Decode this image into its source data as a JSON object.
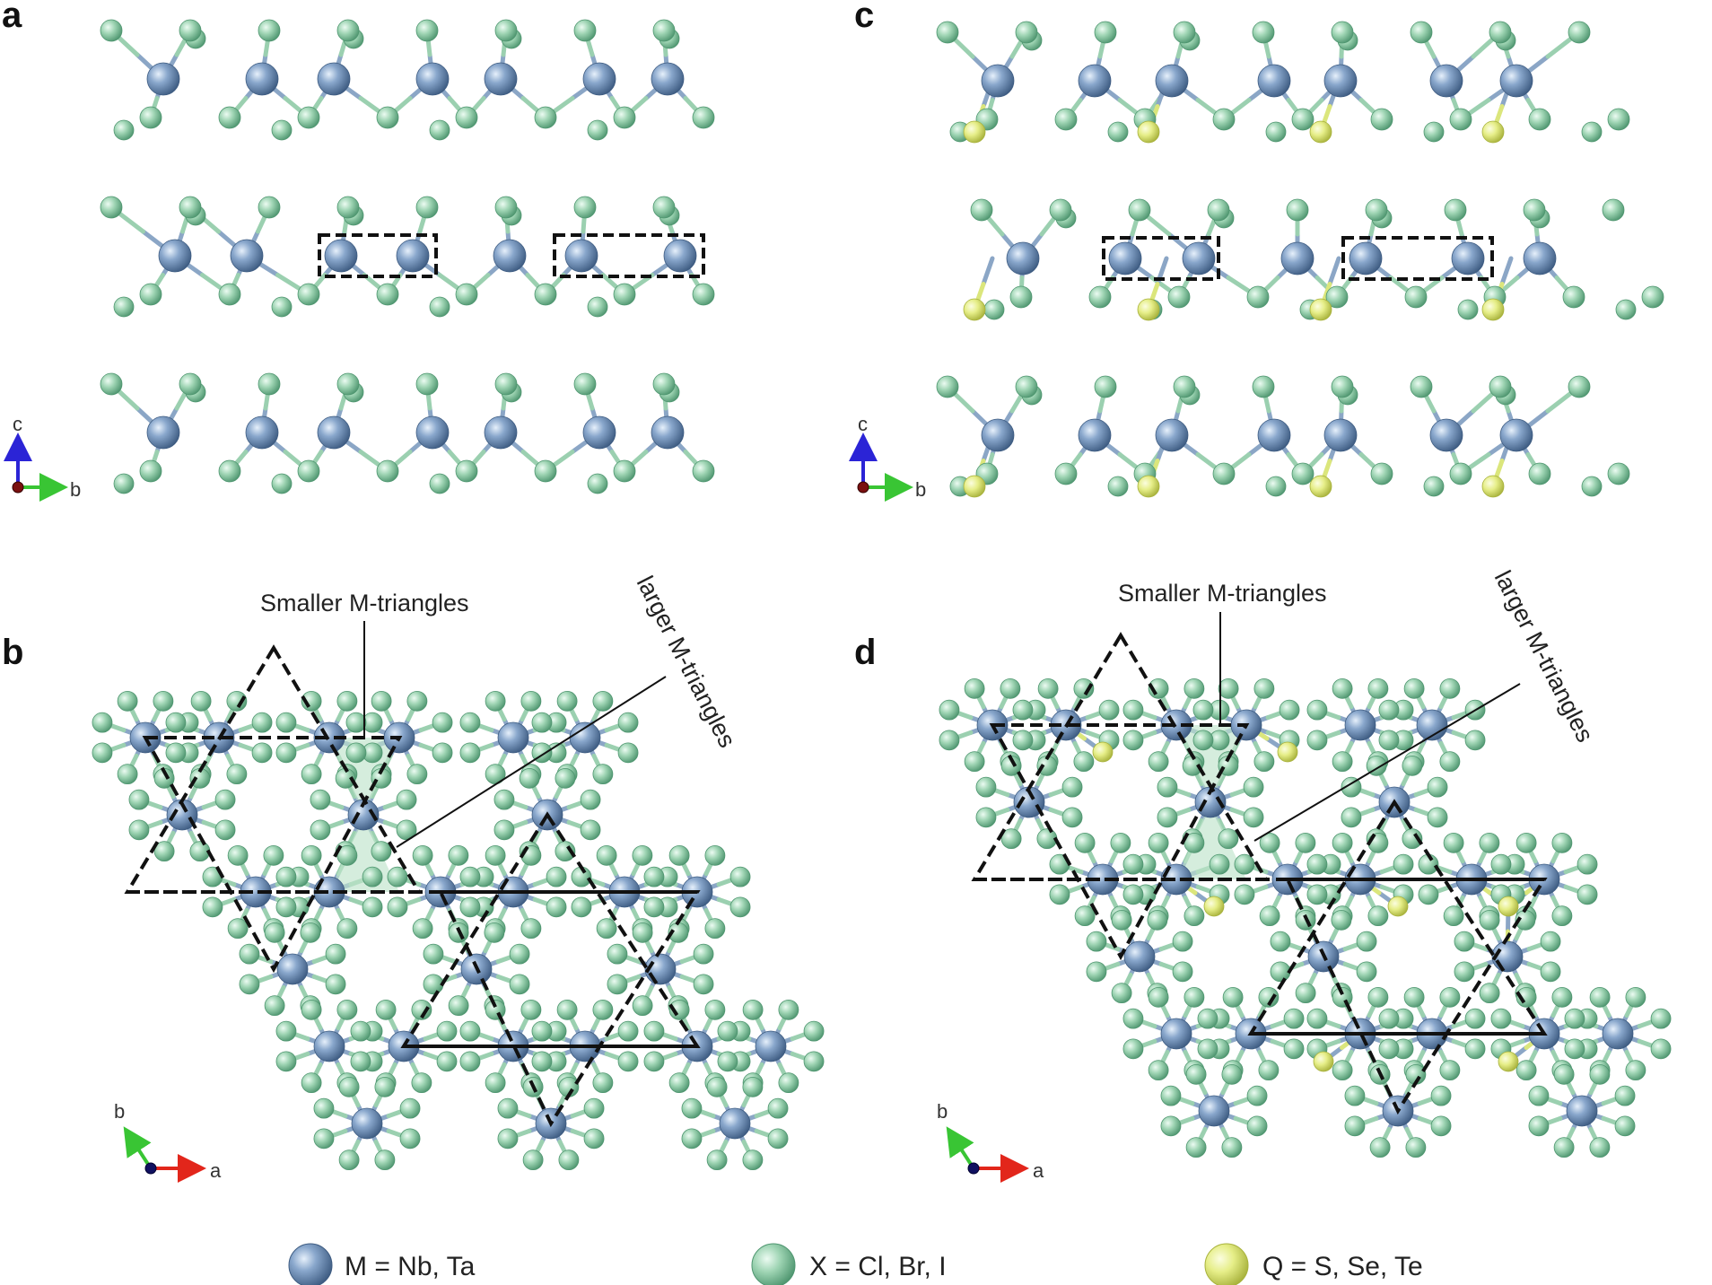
{
  "panels": {
    "a": "a",
    "b": "b",
    "c": "c",
    "d": "d"
  },
  "axes": {
    "side": {
      "vertical": "c",
      "horizontal": "b"
    },
    "top": {
      "vertical": "b",
      "horizontal": "a"
    }
  },
  "annotations": {
    "smaller": "Smaller M-triangles",
    "larger": "larger M-triangles"
  },
  "legend": [
    {
      "label": "M = Nb, Ta",
      "color": "#7a98c0"
    },
    {
      "label": "X = Cl, Br, I",
      "color": "#8ccaa6"
    },
    {
      "label": "Q = S, Se, Te",
      "color": "#e3ec83"
    }
  ],
  "colors": {
    "metal": "#7a98c0",
    "halide": "#8ccaa6",
    "chalcogen": "#e3ec83",
    "highlight_triangle": "#bfe3cb",
    "axis_red": "#e2261b",
    "axis_green": "#39c534",
    "axis_blue": "#2b24d6"
  }
}
